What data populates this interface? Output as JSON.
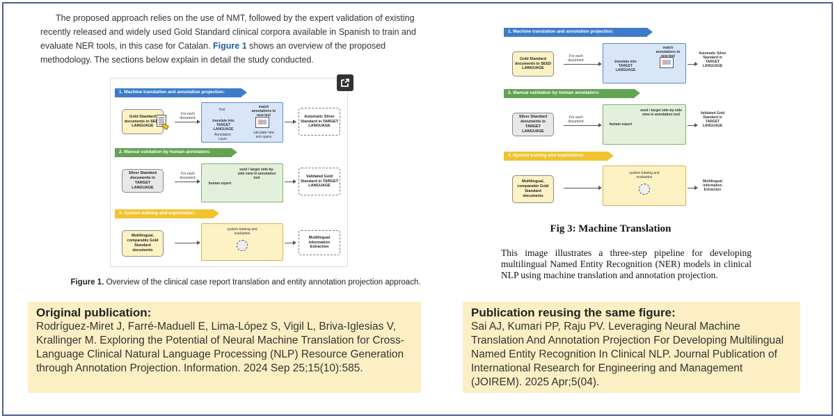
{
  "intro": {
    "text_before": "The proposed approach relies on the use of NMT, followed by the expert validation of existing recently released and widely used Gold Standard clinical corpora available in Spanish to train and evaluate NER tools, in this case for Catalan. ",
    "link": "Figure 1",
    "text_after": " shows an overview of the proposed methodology. The sections below explain in detail the study conducted."
  },
  "figure": {
    "step1": "1. Machine translation and annotation projection:",
    "step2": "2. Manual validation by human annotators:",
    "step3": "3. System training and exploitation:",
    "src1": "Gold Standard documents in SEED LANGUAGE",
    "src2": "Silver Standard documents in TARGET LANGUAGE",
    "src3": "Multilingual, comparable Gold Standard documents",
    "for_each": "For each document:",
    "text_label": "Text",
    "translate": "translate into TARGET LANGUAGE",
    "annotation_layer": "Annotation Layer",
    "match": "match annotations to new text",
    "calc": "calculate new ann spans",
    "out1": "Automatic Silver Standard in TARGET LANGUAGE",
    "seed_target": "seed / target side-by-side view in annotation tool",
    "human_expert": "human expert",
    "out2": "Validated Gold Standard in TARGET LANGUAGE",
    "sys_train": "system training and evaluation",
    "out3": "Multilingual Information Extraction"
  },
  "left_caption": {
    "label": "Figure 1.",
    "text": " Overview of the clinical case report translation and entity annotation projection approach."
  },
  "right_figure": {
    "title": "Fig 3: Machine Translation",
    "description": "This image illustrates a three-step pipeline for developing multilingual Named Entity Recognition (NER) models in clinical NLP using machine translation and annotation projection."
  },
  "original_publication": {
    "title": "Original publication:",
    "text": "Rodríguez-Miret J, Farré-Maduell E, Lima-López S, Vigil L, Briva-Iglesias V, Krallinger M. Exploring the Potential of Neural Machine Translation for Cross-Language Clinical Natural Language Processing (NLP) Resource Generation through Annotation Projection. Information. 2024 Sep 25;15(10):585."
  },
  "reusing_publication": {
    "title": "Publication reusing the same figure:",
    "text": "Sai AJ, Kumari PP, Raju PV. Leveraging Neural Machine Translation And Annotation Projection For Developing Multilingual Named Entity Recognition In Clinical NLP. Journal Publication of International Research for Engineering and Management (JOIREM). 2025 Apr;5(04)."
  },
  "colors": {
    "border": "#4a5e9a",
    "highlight": "#fcefc4",
    "link": "#1f5fa8",
    "step1": "#3d7cc9",
    "step2": "#62a452",
    "step3": "#f1c330"
  }
}
